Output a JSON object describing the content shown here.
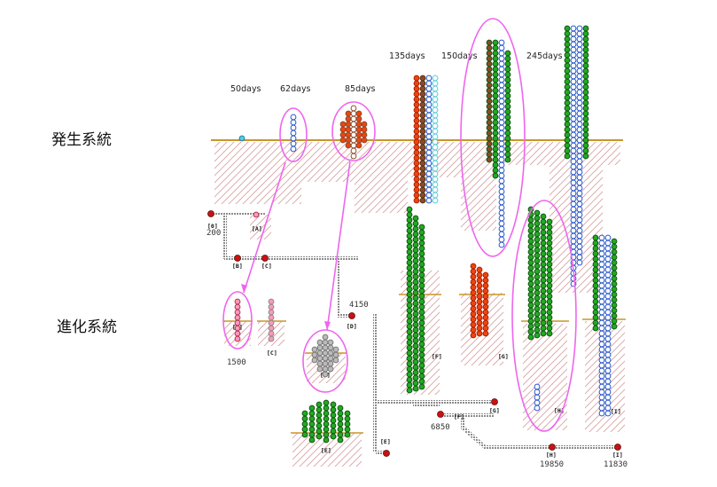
{
  "labels": {
    "development": "発生系統",
    "evolution": "進化系統"
  },
  "days": [
    "50days",
    "62days",
    "85days",
    "135days",
    "150days",
    "245days"
  ],
  "node_tags": {
    "g0": "[0]",
    "a": "[A]",
    "b": "[B]",
    "c": "[C]",
    "d": "[D]",
    "e": "[E]",
    "f": "[F]",
    "g": "[G]",
    "h": "[H]",
    "i": "[I]",
    "b2": "[B]",
    "c2": "[C]",
    "d2": "[D]",
    "e2": "[E]",
    "f2": "[F]",
    "g2": "[G]",
    "h2": "[H]",
    "i2": "[I]"
  },
  "node_numbers": {
    "n200": "200",
    "n1500": "1500",
    "n4150": "4150",
    "n6850": "6850",
    "n19850": "19850",
    "n11830": "11830"
  },
  "colors": {
    "ground_line": "#c9962a",
    "hatch": "#d2a0a0",
    "highlight": "#ee66ee",
    "path": "#9a9a9a",
    "node": "#cc1111",
    "green": "#22aa22",
    "blue": "#2255cc",
    "orange": "#ee4411",
    "brown": "#8b4a2a",
    "cyan": "#55ccdd",
    "pink": "#ff99bb"
  }
}
